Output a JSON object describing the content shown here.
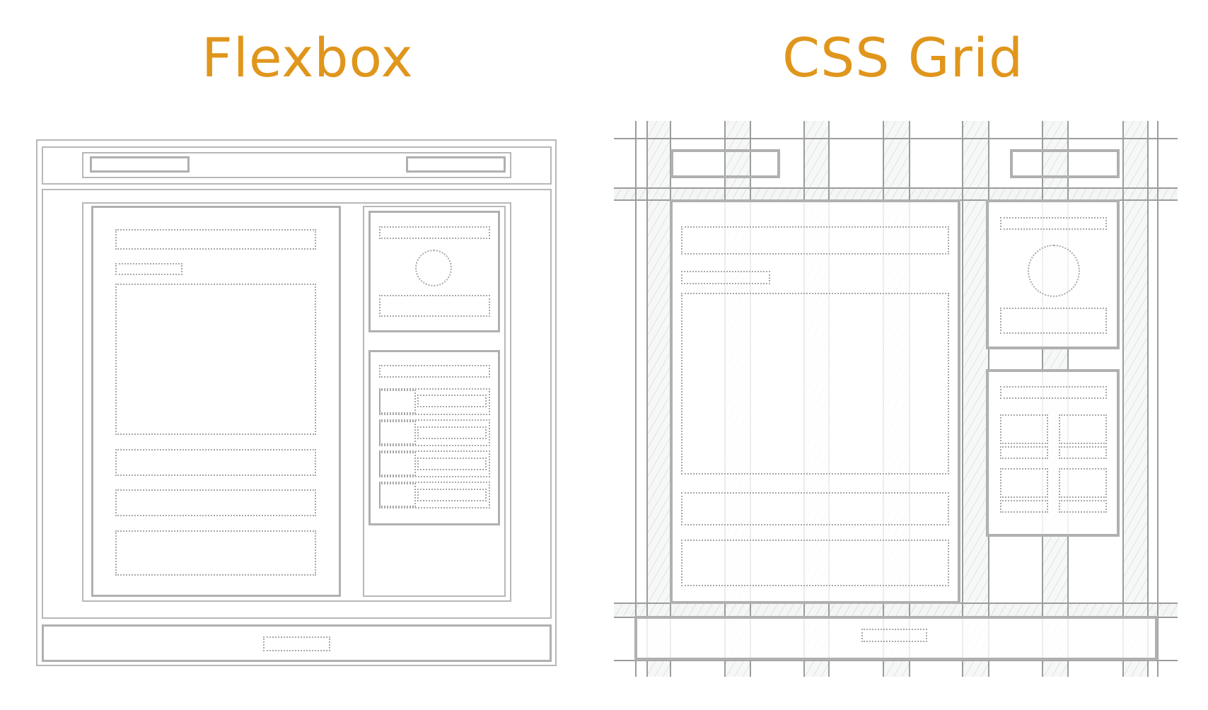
{
  "titles": {
    "left": "Flexbox",
    "right": "CSS Grid"
  },
  "colors": {
    "title": "#e0961c",
    "line": "#b0b0b0",
    "grid_line": "#9c9c9c",
    "gutter_fill": "#f5f6f6"
  },
  "flexbox_diagram": {
    "label": "Flexbox",
    "regions": [
      "header",
      "main-content",
      "sidebar",
      "footer"
    ],
    "header_items": [
      "logo-placeholder",
      "nav-placeholder"
    ],
    "main_content_blocks": [
      "heading",
      "subheading",
      "image",
      "text-block-1",
      "text-block-2",
      "text-block-3"
    ],
    "sidebar_widgets": [
      {
        "name": "profile-widget",
        "elements": [
          "title",
          "avatar-circle",
          "caption"
        ]
      },
      {
        "name": "list-widget",
        "elements": [
          "title",
          "list-row-1",
          "list-row-2",
          "list-row-3",
          "list-row-4"
        ]
      }
    ],
    "footer_items": [
      "footer-text"
    ]
  },
  "grid_diagram": {
    "label": "CSS Grid",
    "columns": 8,
    "gutters": "hatched",
    "regions": [
      "header",
      "main-content",
      "sidebar",
      "footer"
    ],
    "header_items": [
      "logo-placeholder",
      "nav-placeholder"
    ],
    "main_content_blocks": [
      "heading",
      "subheading",
      "image",
      "text-block-1",
      "text-block-2"
    ],
    "sidebar_widgets": [
      {
        "name": "profile-widget",
        "elements": [
          "title",
          "avatar-circle",
          "caption"
        ]
      },
      {
        "name": "gallery-widget",
        "elements": [
          "title",
          "tile-1",
          "tile-2",
          "tile-3",
          "tile-4"
        ]
      }
    ],
    "footer_items": [
      "footer-text"
    ]
  }
}
